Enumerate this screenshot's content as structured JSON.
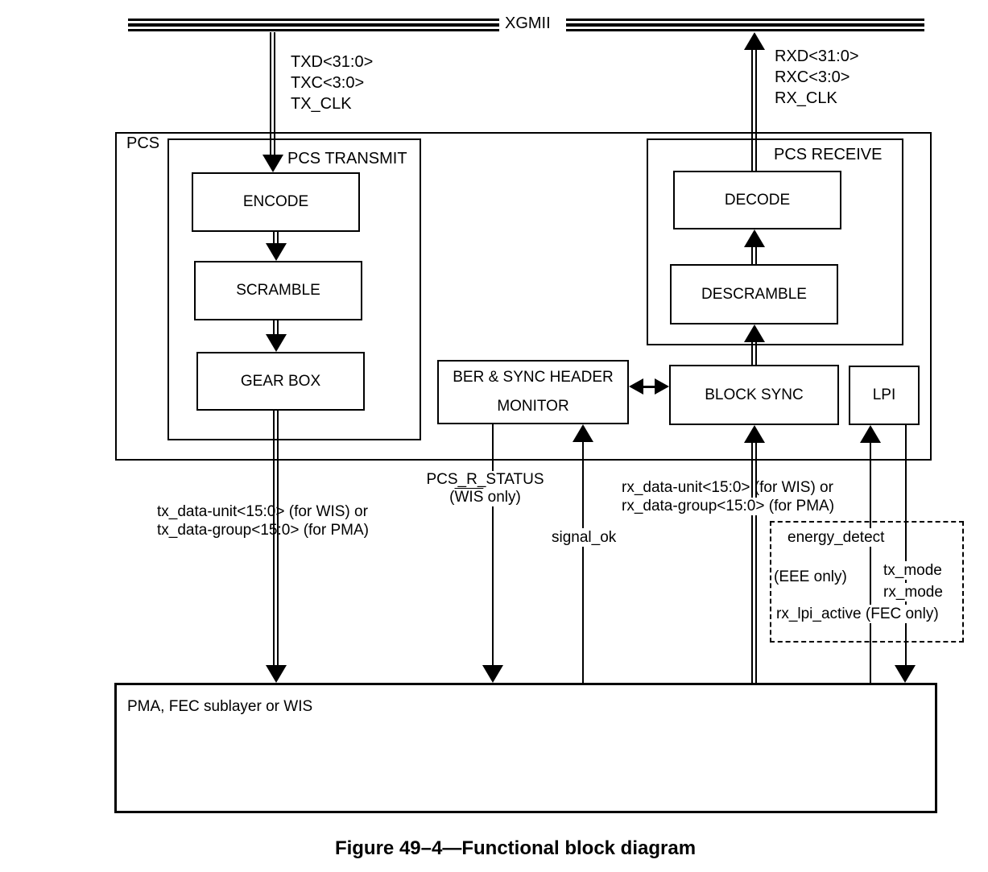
{
  "caption": "Figure 49–4—Functional block diagram",
  "bus": {
    "label": "XGMII"
  },
  "tx_interface_signals": [
    "TXD<31:0>",
    "TXC<3:0>",
    "TX_CLK"
  ],
  "rx_interface_signals": [
    "RXD<31:0>",
    "RXC<3:0>",
    "RX_CLK"
  ],
  "pcs": {
    "label": "PCS",
    "transmit": {
      "label": "PCS TRANSMIT",
      "blocks": {
        "encode": "ENCODE",
        "scramble": "SCRAMBLE",
        "gear_box": "GEAR BOX"
      }
    },
    "receive": {
      "label": "PCS RECEIVE",
      "blocks": {
        "decode": "DECODE",
        "descramble": "DESCRAMBLE"
      }
    },
    "monitor": {
      "line1": "BER & SYNC HEADER",
      "line2": "MONITOR"
    },
    "block_sync": "BLOCK SYNC",
    "lpi": "LPI"
  },
  "signals": {
    "tx_data_line1": "tx_data-unit<15:0> (for WIS) or",
    "tx_data_line2": "tx_data-group<15:0> (for PMA)",
    "pcs_r_status": "PCS_R_STATUS",
    "wis_only_open": "(",
    "wis_only_overlined": "WIS",
    "wis_only_rest": " only)",
    "signal_ok": "signal_ok",
    "rx_data_line1": "rx_data-unit<15:0> (for WIS) or",
    "rx_data_line2": "rx_data-group<15:0> (for PMA)",
    "energy_detect": "energy_detect",
    "eee_only": "(EEE only)",
    "tx_mode": "tx_mode",
    "rx_mode": "rx_mode",
    "rx_lpi_active": "rx_lpi_active (FEC only)"
  },
  "pma": {
    "label": "PMA, FEC sublayer or WIS"
  },
  "colors": {
    "line": "#000000",
    "background": "#ffffff"
  }
}
